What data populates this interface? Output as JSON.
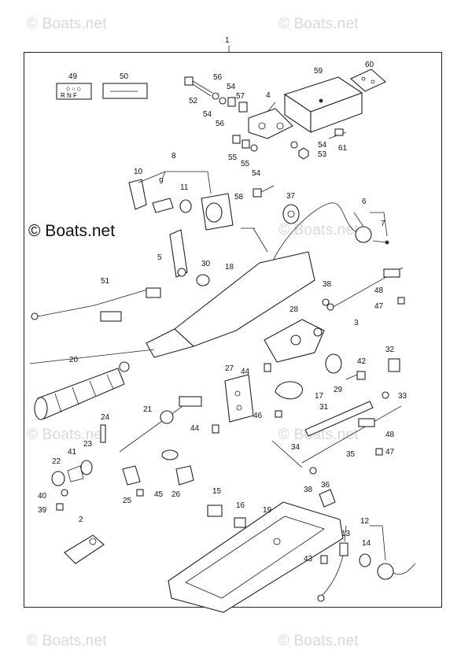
{
  "watermarks": {
    "top_left": "© Boats.net",
    "top_right": "© Boats.net",
    "main": "© Boats.net",
    "mid_right_1": "© Boats.net",
    "mid_left": "© Boats.net",
    "mid_right_2": "© Boats.net",
    "bottom_left": "© Boats.net",
    "bottom_right": "© Boats.net"
  },
  "assembly_label": "1",
  "decal_49": "R N F",
  "part_labels": {
    "p2": "2",
    "p3": "3",
    "p4": "4",
    "p5": "5",
    "p6": "6",
    "p7": "7",
    "p8": "8",
    "p9": "9",
    "p10": "10",
    "p11": "11",
    "p12": "12",
    "p13": "13",
    "p14": "14",
    "p15": "15",
    "p16": "16",
    "p17": "17",
    "p18": "18",
    "p19": "19",
    "p20": "20",
    "p21": "21",
    "p22": "22",
    "p23": "23",
    "p24": "24",
    "p25": "25",
    "p26": "26",
    "p27": "27",
    "p28": "28",
    "p29": "29",
    "p30": "30",
    "p31": "31",
    "p32": "32",
    "p33": "33",
    "p34": "34",
    "p35": "35",
    "p36": "36",
    "p37": "37",
    "p38a": "38",
    "p38b": "38",
    "p39": "39",
    "p40": "40",
    "p41": "41",
    "p42": "42",
    "p43": "43",
    "p44a": "44",
    "p44b": "44",
    "p45": "45",
    "p46": "46",
    "p47a": "47",
    "p47b": "47",
    "p48a": "48",
    "p48b": "48",
    "p49": "49",
    "p50": "50",
    "p51": "51",
    "p52": "52",
    "p53": "53",
    "p54a": "54",
    "p54b": "54",
    "p54c": "54",
    "p54d": "54",
    "p55a": "55",
    "p55b": "55",
    "p56a": "56",
    "p56b": "56",
    "p57": "57",
    "p58": "58",
    "p59": "59",
    "p60": "60",
    "p61": "61"
  }
}
